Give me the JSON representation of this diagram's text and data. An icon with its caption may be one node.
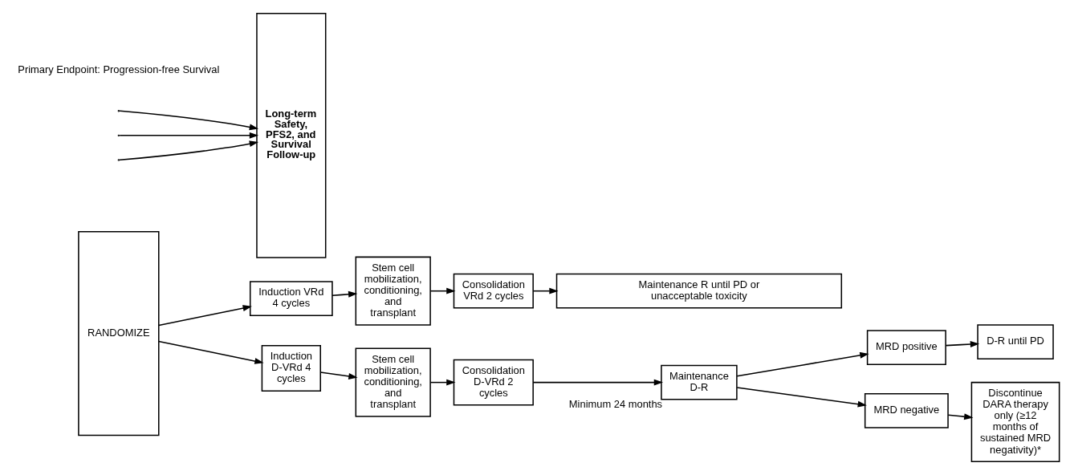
{
  "diagram": {
    "nodes": [
      {
        "text": [
          "RANDOMIZE"
        ]
      },
      {
        "text": [
          "Induction VRd 4 cycles"
        ]
      },
      {
        "text": [
          "Stem cell mobilization, conditioning, and transplant"
        ]
      },
      {
        "text": [
          "Consolidation VRd 2 cycles"
        ]
      },
      {
        "text": [
          "Maintenance R until PD or unacceptable toxicity"
        ]
      },
      {
        "text": [
          "Induction D-VRd 4 cycles"
        ]
      },
      {
        "text": [
          "Stem cell mobilization, conditioning, and transplant"
        ]
      },
      {
        "text": [
          "Consolidation D-VRd 2 cycles"
        ]
      },
      {
        "text": [
          "Maintenance D-R"
        ],
        "beside": [
          "Minimum 24 months"
        ]
      },
      {
        "text": [
          "MRD positive"
        ]
      },
      {
        "text": [
          "D-R until PD"
        ]
      },
      {
        "text": [
          "MRD negative"
        ]
      },
      {
        "text": [
          "Discontinue DARA therapy only (≥12 months of sustained MRD negativity)*"
        ]
      },
      {
        "text": [
          "Long-term Safety, PFS2, and Survival Follow-up"
        ]
      }
    ],
    "edges": [
      {
        "from": 0,
        "to": 1,
        "arrow": "to"
      },
      {
        "from": 0,
        "to": 5,
        "arrow": "to"
      },
      {
        "from": 1,
        "to": 2,
        "arrow": "to"
      },
      {
        "from": 2,
        "to": 3,
        "arrow": "to"
      },
      {
        "from": 3,
        "to": 4,
        "arrow": "to"
      },
      {
        "from": 5,
        "to": 6,
        "arrow": "to"
      },
      {
        "from": 6,
        "to": 7,
        "arrow": "to"
      },
      {
        "from": 7,
        "to": 8,
        "arrow": "to"
      },
      {
        "from": 8,
        "to": 9,
        "arrow": "to"
      },
      {
        "from": 8,
        "to": 11,
        "arrow": "to"
      },
      {
        "from": 9,
        "to": 10,
        "arrow": "to"
      },
      {
        "from": 11,
        "to": 12,
        "arrow": "to"
      },
      {
        "from": null,
        "to": 13,
        "arrow": "to"
      },
      {
        "from": null,
        "to": 13,
        "arrow": "to"
      },
      {
        "from": null,
        "to": 13,
        "arrow": "to"
      }
    ],
    "labels": [
      "Primary Endpoint: Progression-free Survival"
    ]
  }
}
